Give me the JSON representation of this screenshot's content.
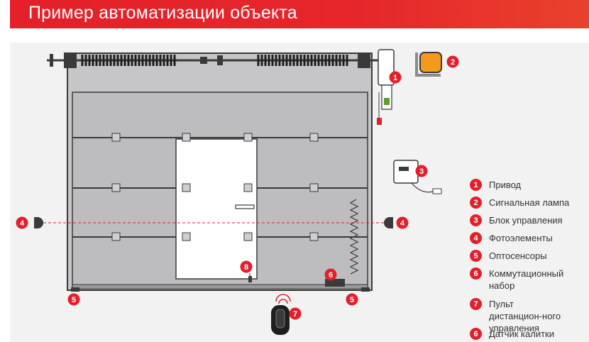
{
  "header": {
    "title": "Пример автоматизации объекта"
  },
  "callouts": {
    "motor": "1",
    "lamp": "2",
    "control_box": "3",
    "photocell_left": "4",
    "photocell_right": "4",
    "optosensor_left": "5",
    "optosensor_right": "5",
    "switching_set": "6",
    "remote": "7",
    "wicket_sensor": "8"
  },
  "legend": [
    {
      "num": "1",
      "label": "Привод"
    },
    {
      "num": "2",
      "label": "Сигнальная лампа"
    },
    {
      "num": "3",
      "label": "Блок управления"
    },
    {
      "num": "4",
      "label": "Фотоэлементы"
    },
    {
      "num": "5",
      "label": "Оптосенсоры"
    },
    {
      "num": "6",
      "label": "Коммутационный набор"
    },
    {
      "num": "7",
      "label": "Пульт дистанцион-ного управления"
    },
    {
      "num": "6",
      "label": "Датчик калитки"
    }
  ],
  "colors": {
    "brand_red": "#e3202a",
    "lamp_orange": "#f39a1c",
    "door_panel": "#bdbdbf",
    "door_outline": "#3a3a3a"
  }
}
